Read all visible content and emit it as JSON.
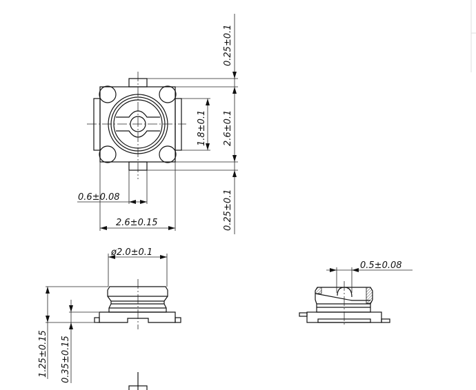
{
  "drawing": {
    "top_view": {
      "dim_top_tab": "0.25±0.1",
      "dim_body_height": "2.6±0.1",
      "dim_pad_height": "1.8±0.1",
      "dim_bottom_tab": "0.25±0.1",
      "dim_tab_width": "0.6±0.08",
      "dim_body_width": "2.6±0.15"
    },
    "side_view": {
      "dim_diameter": "ø2.0±0.1",
      "dim_total_height": "1.25±0.15",
      "dim_base_height": "0.35±0.15"
    },
    "section_view": {
      "dim_pin": "0.5±0.08"
    }
  }
}
